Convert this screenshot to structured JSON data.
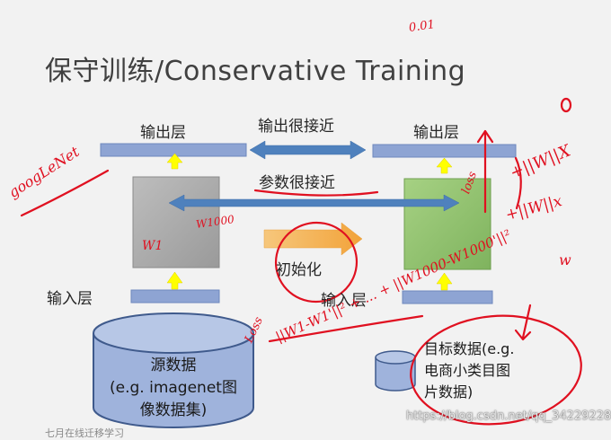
{
  "title": "保守训练/Conservative Training",
  "source_model": {
    "output_label": "输出层",
    "input_label": "输入层"
  },
  "target_model": {
    "output_label": "输出层",
    "input_label": "输入层"
  },
  "arrows": {
    "output_close": "输出很接近",
    "params_close": "参数很接近",
    "initialize": "初始化"
  },
  "source_data": {
    "line1": "源数据",
    "line2": "(e.g. imagenet图",
    "line3": "像数据集)"
  },
  "target_data": {
    "line1": "目标数据(e.g.",
    "line2": "电商小类目图",
    "line3": "片数据)"
  },
  "handwritten_notes": {
    "note_top": "0.01",
    "note_left": "googLeNet",
    "note_w1": "W1",
    "note_w1000": "W1000",
    "note_loss_right": "loss",
    "note_reg1": "+||W||X",
    "note_reg2": "+||W||x",
    "note_w_right": "w",
    "note_loss_bottom": "Loss",
    "note_formula": "||W1-W1'||² + ... + ||W1000-W1000'||²",
    "note_circle": "0"
  },
  "watermark": "https://blog.csdn.net/qq_34229228",
  "footer": "七月在线迁移学习",
  "colors": {
    "background": "#f2f2f2",
    "layer_bar": "#8ea4d3",
    "source_block": "#a6a6a6",
    "target_block": "#8fbf6e",
    "arrow_blue": "#4f81bd",
    "arrow_orange": "#f5b45a",
    "arrow_yellow": "#ffff00",
    "cylinder": "#9fb3dc",
    "ink": "#e01020"
  }
}
